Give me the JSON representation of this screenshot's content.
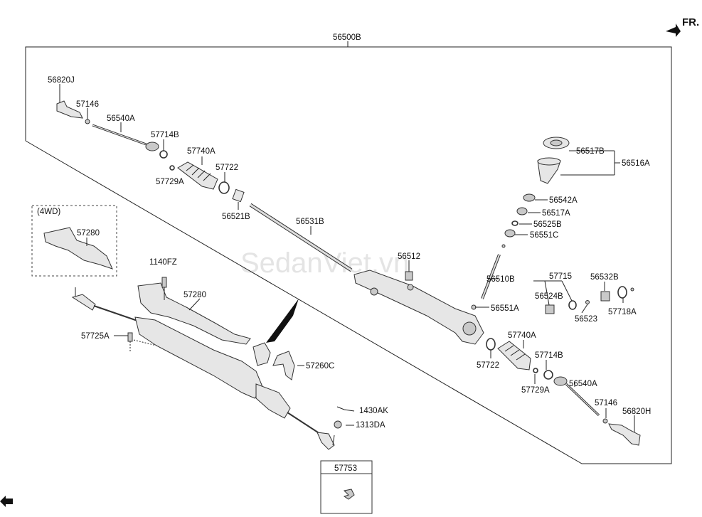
{
  "header": {
    "direction_label": "FR."
  },
  "assembly_label": "56500B",
  "variant_label": "(4WD)",
  "watermark": "SedanViet.vn",
  "part_labels": {
    "p56820J": "56820J",
    "p57146_l": "57146",
    "p56540A_l": "56540A",
    "p57714B_l": "57714B",
    "p57740A_l": "57740A",
    "p57722_l": "57722",
    "p57729A_l": "57729A",
    "p56521B": "56521B",
    "p56531B": "56531B",
    "p56512": "56512",
    "p56510B": "56510B",
    "p56551A": "56551A",
    "p57715": "57715",
    "p56524B": "56524B",
    "p56523": "56523",
    "p56532B": "56532B",
    "p57718A": "57718A",
    "p56517B": "56517B",
    "p56516A": "56516A",
    "p56542A": "56542A",
    "p56517A": "56517A",
    "p56525B": "56525B",
    "p56551C": "56551C",
    "p57740A_r": "57740A",
    "p57714B_r": "57714B",
    "p57722_r": "57722",
    "p57729A_r": "57729A",
    "p56540A_r": "56540A",
    "p57146_r": "57146",
    "p56820H": "56820H",
    "p57280_4wd": "57280",
    "p1140FZ": "1140FZ",
    "p57280": "57280",
    "p57725A": "57725A",
    "p57260C": "57260C",
    "p1430AK": "1430AK",
    "p1313DA": "1313DA",
    "p57753": "57753"
  }
}
